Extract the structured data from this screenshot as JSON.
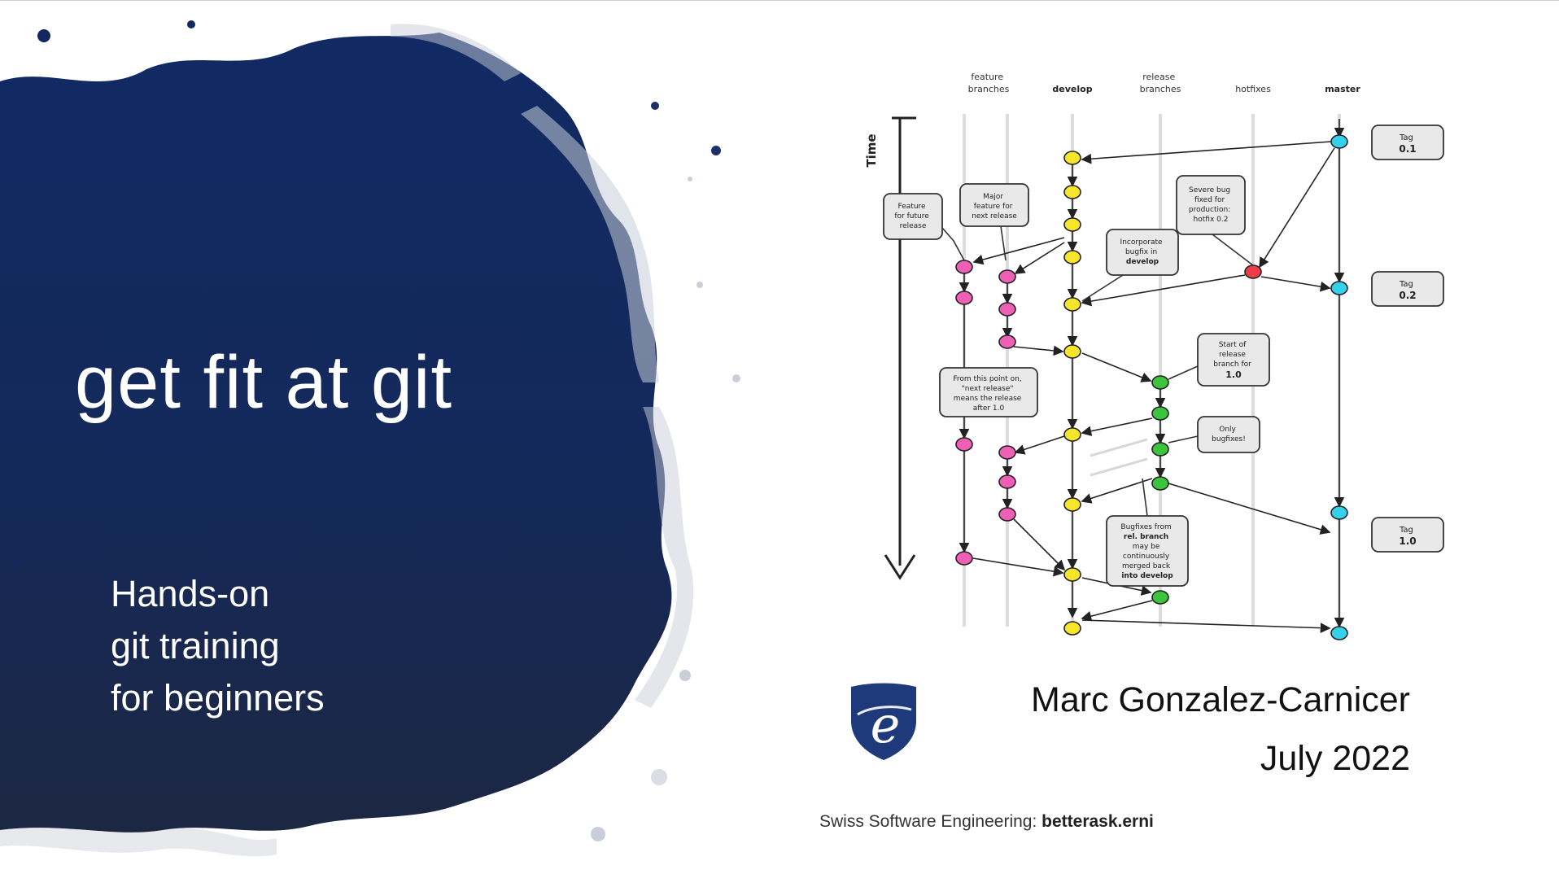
{
  "slide": {
    "title": "get fit at git",
    "subtitle_lines": [
      "Hands-on",
      "git training",
      "for beginners"
    ],
    "author": "Marc Gonzalez-Carnicer",
    "date": "July 2022",
    "footer_prefix": "Swiss Software Engineering: ",
    "footer_brand": "betterask.erni",
    "logo_letter": "e",
    "colors": {
      "splash": "#12285e",
      "logo": "#1f3a7a"
    }
  },
  "diagram": {
    "lanes": [
      {
        "id": "feature",
        "label": [
          "feature",
          "branches"
        ]
      },
      {
        "id": "develop",
        "label": [
          "develop"
        ]
      },
      {
        "id": "release",
        "label": [
          "release",
          "branches"
        ]
      },
      {
        "id": "hotfixes",
        "label": [
          "hotfixes"
        ]
      },
      {
        "id": "master",
        "label": [
          "master"
        ]
      }
    ],
    "time_label": "Time",
    "callouts": [
      {
        "id": "tag-01",
        "lines": [
          "Tag",
          "0.1"
        ]
      },
      {
        "id": "feature-future",
        "lines": [
          "Feature",
          "for future",
          "release"
        ]
      },
      {
        "id": "major-feature",
        "lines": [
          "Major",
          "feature for",
          "next release"
        ]
      },
      {
        "id": "severe-bug",
        "lines": [
          "Severe bug",
          "fixed for",
          "production:",
          "hotfix 0.2"
        ]
      },
      {
        "id": "incorporate",
        "lines": [
          "Incorporate",
          "bugfix in",
          "develop"
        ]
      },
      {
        "id": "tag-02",
        "lines": [
          "Tag",
          "0.2"
        ]
      },
      {
        "id": "start-release",
        "lines": [
          "Start of",
          "release",
          "branch for",
          "1.0"
        ]
      },
      {
        "id": "from-this-point",
        "lines": [
          "From this point on,",
          "\"next release\"",
          "means the release",
          "after 1.0"
        ]
      },
      {
        "id": "only-bugfixes",
        "lines": [
          "Only",
          "bugfixes!"
        ]
      },
      {
        "id": "tag-10",
        "lines": [
          "Tag",
          "1.0"
        ]
      },
      {
        "id": "bugfixes-rel",
        "lines": [
          "Bugfixes from",
          "rel. branch",
          "may be",
          "continuously",
          "merged back",
          "into develop"
        ]
      }
    ],
    "commit_colors": {
      "feature": "#ef5fb5",
      "develop": "#f6e62a",
      "release": "#3cc43c",
      "hotfixes": "#ee3b4a",
      "master": "#35d0ec"
    }
  }
}
